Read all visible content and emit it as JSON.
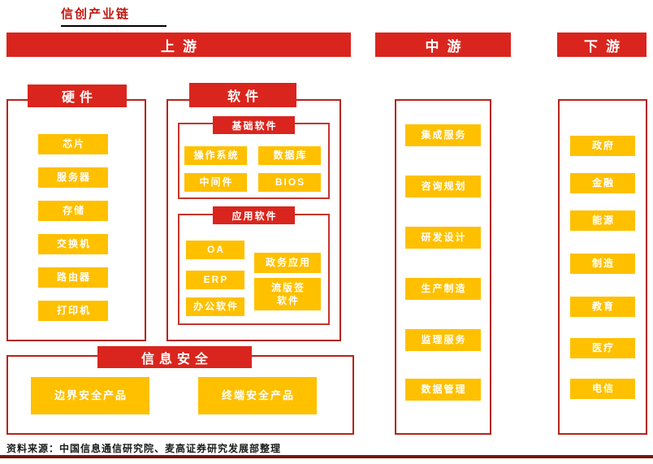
{
  "title": "信创产业链",
  "sections": {
    "upstream": {
      "label": "上游"
    },
    "midstream": {
      "label": "中游"
    },
    "downstream": {
      "label": "下游"
    }
  },
  "hardware": {
    "label": "硬件",
    "items": [
      "芯片",
      "服务器",
      "存储",
      "交换机",
      "路由器",
      "打印机"
    ]
  },
  "software": {
    "label": "软件",
    "basic": {
      "label": "基础软件",
      "items": [
        "操作系统",
        "数据库",
        "中间件",
        "BIOS"
      ]
    },
    "application": {
      "label": "应用软件",
      "items": [
        "OA",
        "ERP",
        "办公软件",
        "政务应用",
        "流版签\n软件"
      ]
    }
  },
  "security": {
    "label": "信息安全",
    "items": [
      "边界安全产品",
      "终端安全产品"
    ]
  },
  "midstream_items": [
    "集成服务",
    "咨询规划",
    "研发设计",
    "生产制造",
    "监理服务",
    "数据管理"
  ],
  "downstream_items": [
    "政府",
    "金融",
    "能源",
    "制造",
    "教育",
    "医疗",
    "电信"
  ],
  "source": "资料来源：中国信息通信研究院、麦高证券研究发展部整理",
  "colors": {
    "red_bar": "#D9251D",
    "yellow_box": "#FFC000",
    "outline_red": "#B3251C",
    "title_red": "#C0160E",
    "footer_line": "#7A140C"
  }
}
